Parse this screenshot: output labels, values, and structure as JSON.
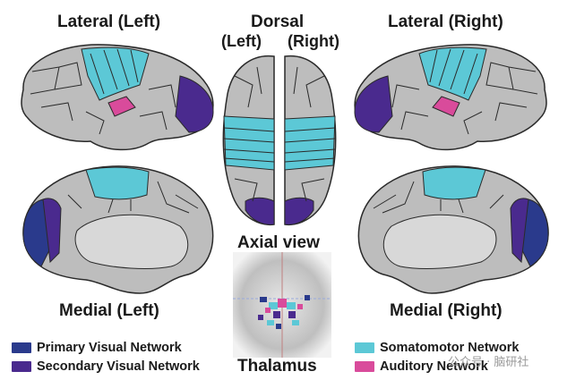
{
  "labels": {
    "lateral_left": "Lateral (Left)",
    "dorsal": "Dorsal",
    "dorsal_left": "(Left)",
    "dorsal_right": "(Right)",
    "lateral_right": "Lateral (Right)",
    "axial_view": "Axial view",
    "medial_left": "Medial (Left)",
    "medial_right": "Medial (Right)",
    "thalamus": "Thalamus"
  },
  "legend": [
    {
      "label": "Primary Visual Network",
      "color": "#2a3a8c"
    },
    {
      "label": "Secondary Visual Network",
      "color": "#4a2a8e"
    },
    {
      "label": "Somatomotor Network",
      "color": "#5cc8d6"
    },
    {
      "label": "Auditory Network",
      "color": "#d94b9b"
    }
  ],
  "watermark": "公众号 · 脑研社",
  "colors": {
    "cortex_gray": "#bdbdbd",
    "parcel_border": "#2a2a2a",
    "medial_wall": "#d8d8d8"
  }
}
